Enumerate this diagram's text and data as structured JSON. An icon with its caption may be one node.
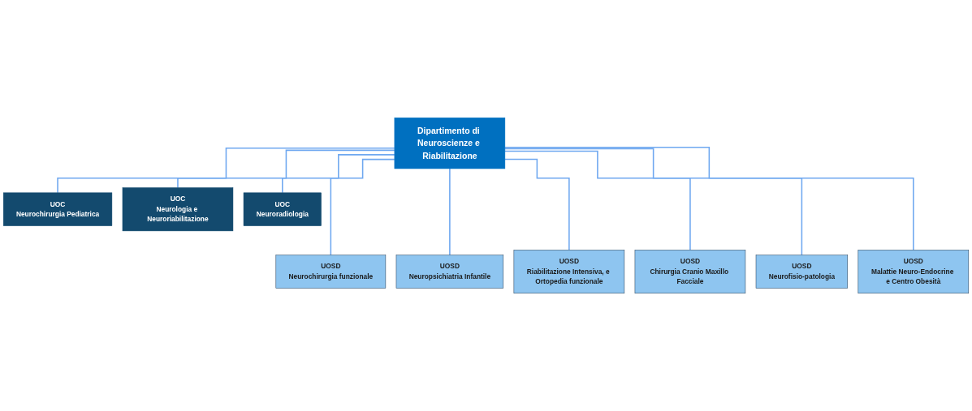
{
  "diagram": {
    "nodes": [
      {
        "text": [
          "Dipartimento di Neuroscienze e Riabilitazione"
        ]
      },
      {
        "text": [
          "UOC",
          "Neurochirurgia Pediatrica"
        ]
      },
      {
        "text": [
          "UOC",
          "Neurologia e Neuroriabilitazione"
        ]
      },
      {
        "text": [
          "UOC",
          "Neuroradiologia"
        ]
      },
      {
        "text": [
          "UOSD",
          "Neurochirurgia funzionale"
        ]
      },
      {
        "text": [
          "UOSD",
          "Neuropsichiatria Infantile"
        ]
      },
      {
        "text": [
          "UOSD",
          "Riabilitazione Intensiva, e Ortopedia funzionale"
        ]
      },
      {
        "text": [
          "UOSD",
          "Chirurgia Cranio Maxillo Facciale"
        ]
      },
      {
        "text": [
          "UOSD",
          "Neurofisio-patologia"
        ]
      },
      {
        "text": [
          "UOSD",
          "Malattie Neuro-Endocrine e Centro Obesità"
        ]
      }
    ],
    "edges": [
      {
        "from": 0,
        "to": 1,
        "arrow": "none"
      },
      {
        "from": 0,
        "to": 2,
        "arrow": "none"
      },
      {
        "from": 0,
        "to": 3,
        "arrow": "none"
      },
      {
        "from": 0,
        "to": 4,
        "arrow": "none"
      },
      {
        "from": 0,
        "to": 5,
        "arrow": "none"
      },
      {
        "from": 0,
        "to": 6,
        "arrow": "none"
      },
      {
        "from": 0,
        "to": 7,
        "arrow": "none"
      },
      {
        "from": 0,
        "to": 8,
        "arrow": "none"
      },
      {
        "from": 0,
        "to": 9,
        "arrow": "none"
      }
    ]
  }
}
